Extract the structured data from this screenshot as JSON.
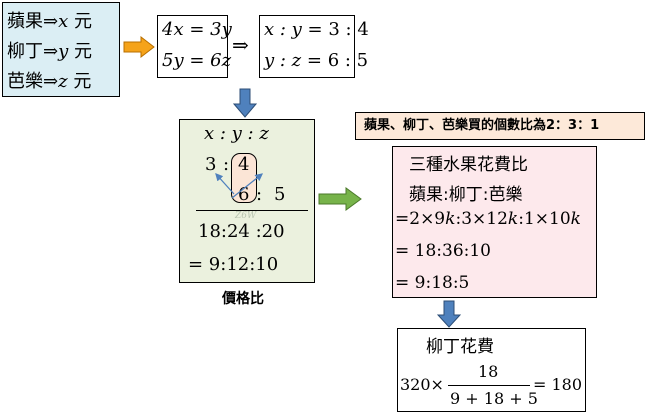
{
  "colors": {
    "blue_box": "#dbeef4",
    "green_box": "#ebf1de",
    "pink_box": "#fde9ec",
    "note_box": "#fde9d9",
    "arrow_orange": "#f5a31a",
    "arrow_blue": "#4f81bd",
    "arrow_green": "#77b34a",
    "highlight": "#fbe5d6"
  },
  "icons": [
    "arrow-right-icon",
    "arrow-down-icon",
    "implies-icon"
  ],
  "definitions": [
    {
      "cn": "蘋果",
      "var": "x",
      "unit": "元"
    },
    {
      "cn": "柳丁",
      "var": "y",
      "unit": "元"
    },
    {
      "cn": "芭樂",
      "var": "z",
      "unit": "元"
    }
  ],
  "equations_given": {
    "eq1": {
      "a": "4x",
      "b": "3y"
    },
    "eq2": {
      "a": "5y",
      "b": "6z"
    }
  },
  "implies_symbol": "⇒",
  "ratios": {
    "r1": {
      "lhs": "x : y",
      "rhs": "3 : 4"
    },
    "r2": {
      "lhs": "y : z",
      "rhs": "6 : 5"
    }
  },
  "price_box": {
    "header": "x : y : z",
    "row1": {
      "a": "3",
      "b": "4"
    },
    "row2": {
      "a": "6",
      "b": "5"
    },
    "watermark": "Z6W",
    "combined": "18:24 :20",
    "simplified": "= 9:12:10",
    "caption": "價格比"
  },
  "note": "蘋果、柳丁、芭樂買的個數比為2：3：1",
  "cost_box": {
    "title": "三種水果花費比",
    "header": "蘋果:柳丁:芭樂",
    "line1": {
      "eq": "=",
      "t1": "2×9",
      "k1": "k",
      "sep1": ":",
      "t2": "3×12",
      "k2": "k",
      "sep2": ":",
      "t3": "1×10",
      "k3": "k"
    },
    "line2": "= 18:36:10",
    "line3": "= 9:18:5"
  },
  "orange_cost": {
    "title": "柳丁花費",
    "lhs": "320×",
    "numerator": "18",
    "denominator": "9 + 18 + 5",
    "result": "= 180"
  }
}
